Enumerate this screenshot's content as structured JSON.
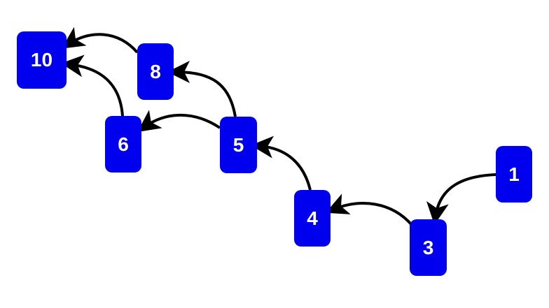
{
  "colors": {
    "node_fill": "#0000ee",
    "node_text": "#ffffff",
    "edge": "#000000"
  },
  "nodes": {
    "n10": "10",
    "n8": "8",
    "n6": "6",
    "n5": "5",
    "n4": "4",
    "n1": "1",
    "n3": "3"
  },
  "edges": [
    {
      "from": "8",
      "to": "10"
    },
    {
      "from": "6",
      "to": "10"
    },
    {
      "from": "5",
      "to": "8"
    },
    {
      "from": "5",
      "to": "6"
    },
    {
      "from": "4",
      "to": "5"
    },
    {
      "from": "3",
      "to": "4"
    },
    {
      "from": "1",
      "to": "3"
    }
  ]
}
